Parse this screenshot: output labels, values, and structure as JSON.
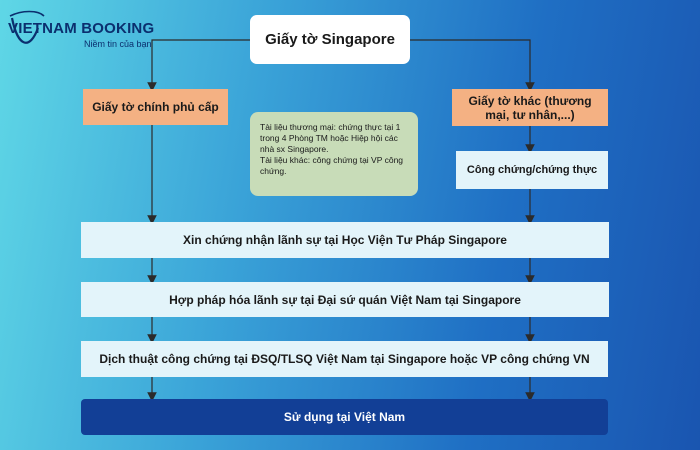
{
  "logo": {
    "brand": "VIETNAM BOOKING",
    "tagline": "Niềm tin của bạn"
  },
  "nodes": {
    "root": "Giấy tờ Singapore",
    "left_branch": "Giấy tờ chính phủ cấp",
    "right_branch_line1": "Giấy tờ khác (thương",
    "right_branch_line2": "mại, tư nhân,...)",
    "notarize": "Công chứng/chứng thực",
    "note_line1": "Tài liệu thương mại: chứng thực tại 1 trong 4 Phòng TM hoặc Hiệp hội các nhà sx Singapore.",
    "note_line2": "Tài liệu khác: công chứng tại VP công chứng.",
    "step1": "Xin chứng nhận lãnh sự tại Học Viện Tư Pháp Singapore",
    "step2": "Hợp pháp hóa lãnh sự tại Đại sứ quán Việt Nam tại Singapore",
    "step3": "Dịch thuật công chứng tại ĐSQ/TLSQ Việt Nam tại Singapore hoặc VP công chứng VN",
    "final": "Sử dụng tại Việt Nam"
  },
  "colors": {
    "connector": "#2b2b2b",
    "orange": "#f4b183",
    "light_box": "#e3f4fa",
    "note_green": "#c8dcb8",
    "final_box": "#123f96"
  }
}
